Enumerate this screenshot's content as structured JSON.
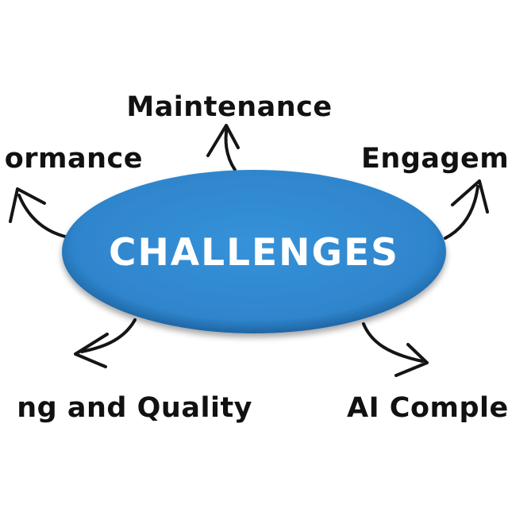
{
  "center": {
    "label": "CHALLENGES",
    "fill_color": "#2f85cc",
    "shade_color": "#14508a"
  },
  "branches": [
    {
      "id": "maintenance",
      "label": "Maintenance"
    },
    {
      "id": "performance",
      "label": "ormance"
    },
    {
      "id": "engagement",
      "label": "Engagem"
    },
    {
      "id": "testing",
      "label": "ng and Quality"
    },
    {
      "id": "ai",
      "label": "AI Comple"
    }
  ],
  "text_color": "#111111",
  "arrow_color": "#151515"
}
